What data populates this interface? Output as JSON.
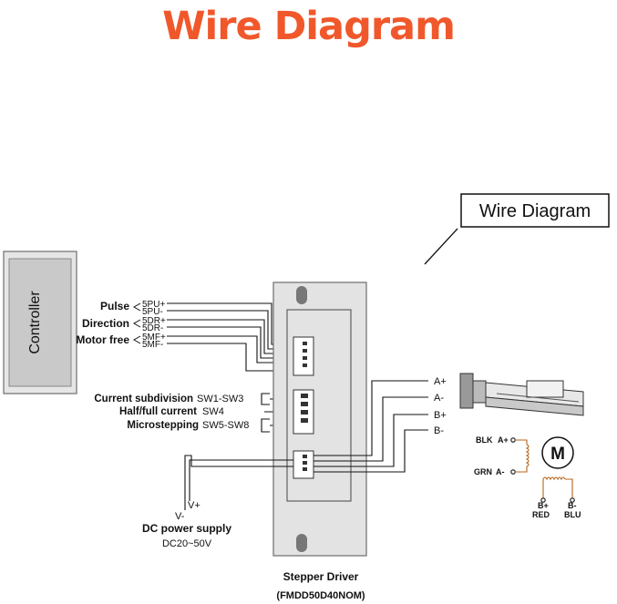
{
  "title": "Wire Diagram",
  "colors": {
    "title": "#f0582b",
    "line": "#111111",
    "box_gray": "#c9c9c9",
    "box_dark": "#777777"
  },
  "callout": "Wire Diagram",
  "controller": {
    "label": "Controller"
  },
  "inputs": {
    "pulse": "Pulse",
    "direction": "Direction",
    "motor_free": "Motor free",
    "pu_plus": "5PU+",
    "pu_minus": "5PU-",
    "dr_plus": "5DR+",
    "dr_minus": "5DR-",
    "mf_plus": "5MF+",
    "mf_minus": "5MF-"
  },
  "switches": {
    "current_subdivision": "Current subdivision",
    "sw1_sw3": "SW1-SW3",
    "half_full_current": "Half/full current",
    "sw4": "SW4",
    "microstepping": "Microstepping",
    "sw5_sw8": "SW5-SW8"
  },
  "power": {
    "v_minus": "V-",
    "v_plus": "V+",
    "label": "DC power supply",
    "range": "DC20~50V"
  },
  "outputs": {
    "a_plus": "A+",
    "a_minus": "A-",
    "b_plus": "B+",
    "b_minus": "B-"
  },
  "motor": {
    "blk": "BLK",
    "a_plus": "A+",
    "grn": "GRN",
    "a_minus": "A-",
    "m": "M",
    "b_plus": "B+",
    "red": "RED",
    "b_minus": "B-",
    "blu": "BLU"
  },
  "driver": {
    "label": "Stepper Driver",
    "model": "(FMDD50D40NOM)"
  }
}
